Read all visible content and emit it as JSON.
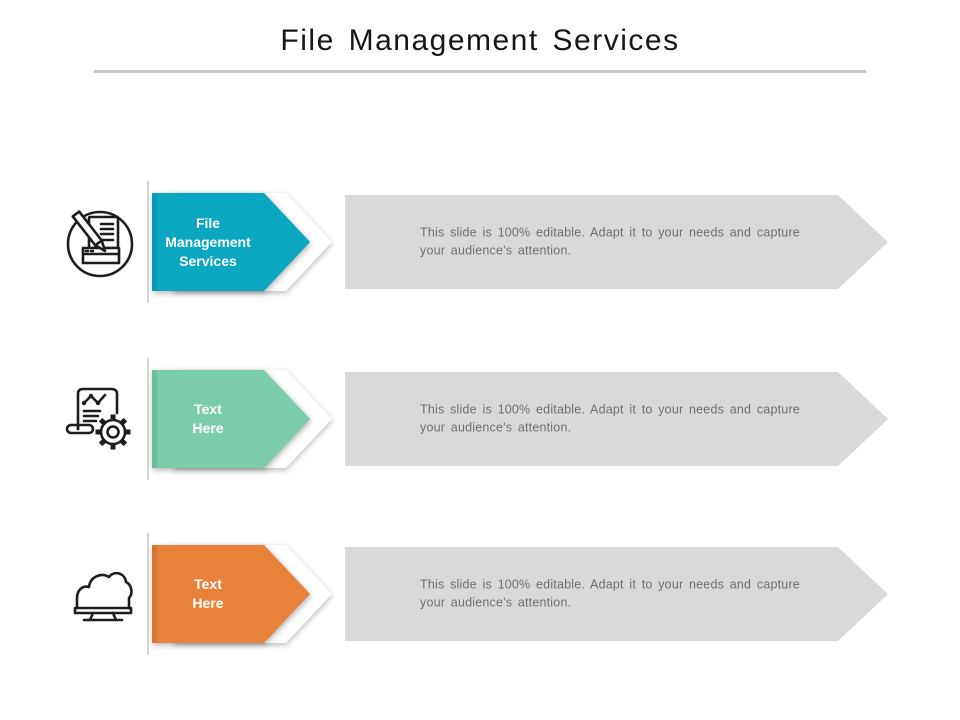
{
  "slide": {
    "title": "File Management Services",
    "colors": {
      "title_color": "#161616",
      "divider": "#c9c9c9",
      "banner_bg": "#d9d9d9",
      "banner_text": "#6f6f6f",
      "icon_stroke": "#1d1d1d",
      "chevron_back": "#ffffff",
      "ribbon_line": "#d6d6d6"
    },
    "rows": [
      {
        "icon": "document-edit-icon",
        "color": "#0aa6c2",
        "label_lines": [
          "File",
          "Management",
          "Services"
        ],
        "desc_lines": [
          "This slide is 100% editable. Adapt it to your needs and capture",
          "your audience's attention."
        ]
      },
      {
        "icon": "report-settings-icon",
        "color": "#7bccaa",
        "label_lines": [
          "Text",
          "Here",
          ""
        ],
        "desc_lines": [
          "This slide is 100% editable. Adapt it to your needs and capture",
          "your audience's attention."
        ]
      },
      {
        "icon": "cloud-computing-icon",
        "color": "#e8823a",
        "label_lines": [
          "Text",
          "Here",
          ""
        ],
        "desc_lines": [
          "This slide is 100% editable. Adapt it to your needs and capture",
          "your audience's attention."
        ]
      }
    ]
  }
}
